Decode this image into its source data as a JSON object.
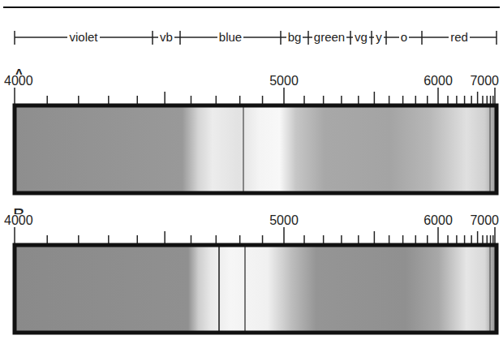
{
  "diagram": {
    "labels": [
      "violet",
      "vb",
      "blue",
      "bg",
      "green",
      "vg",
      "y",
      "o",
      "red",
      "A",
      "4000",
      "5000",
      "6000",
      "7000",
      "B",
      "4000",
      "5000",
      "6000",
      "7000"
    ]
  }
}
